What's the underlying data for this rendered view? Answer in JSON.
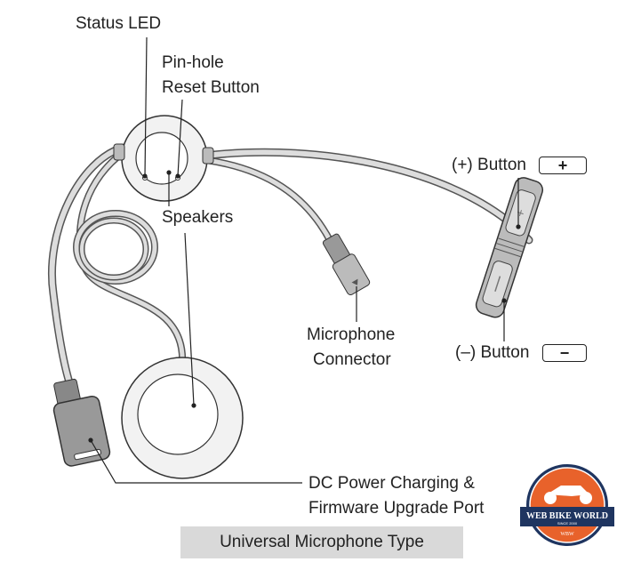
{
  "labels": {
    "status_led": "Status LED",
    "pinhole_line1": "Pin-hole",
    "pinhole_line2": "Reset Button",
    "speakers": "Speakers",
    "plus_button": "(+) Button",
    "plus_symbol": "+",
    "minus_button": "(–) Button",
    "minus_symbol": "−",
    "mic_line1": "Microphone",
    "mic_line2": "Connector",
    "dc_line1": "DC Power Charging &",
    "dc_line2": "Firmware Upgrade Port"
  },
  "caption": "Universal Microphone Type",
  "logo": {
    "name": "WEB BIKE WORLD",
    "since": "SINCE 2000",
    "abbr": "WBW",
    "colors": {
      "orange": "#e8622b",
      "navy": "#1f3560"
    }
  }
}
